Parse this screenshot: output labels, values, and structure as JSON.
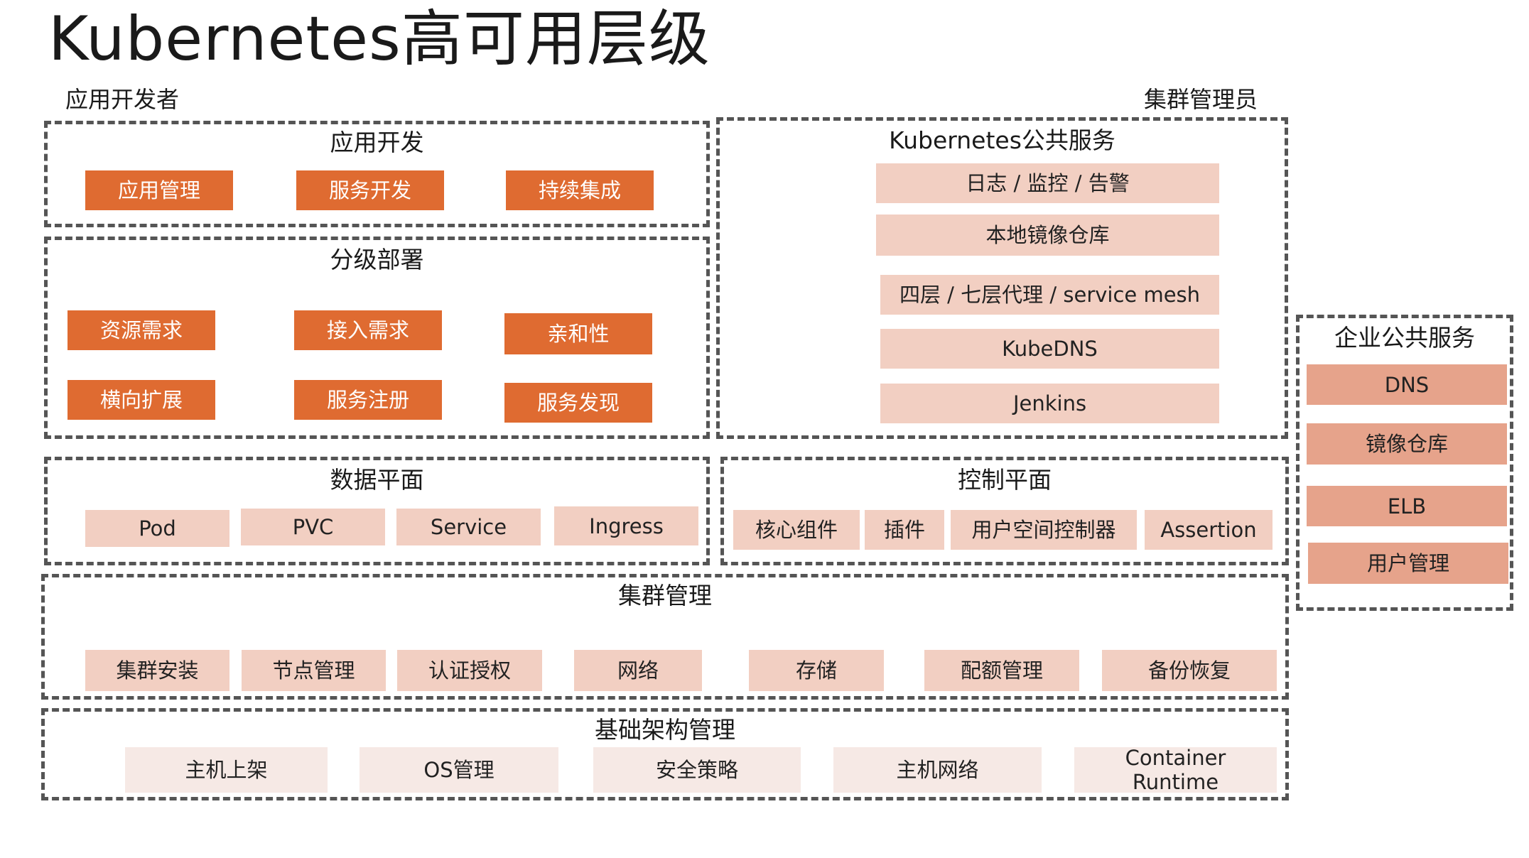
{
  "title": "Kubernetes高可用层级",
  "roles": {
    "developer": "应用开发者",
    "admin": "集群管理员"
  },
  "app_dev": {
    "title": "应用开发",
    "items": [
      "应用管理",
      "服务开发",
      "持续集成"
    ]
  },
  "deploy": {
    "title": "分级部署",
    "items": [
      "资源需求",
      "接入需求",
      "亲和性",
      "横向扩展",
      "服务注册",
      "服务发现"
    ]
  },
  "public_services": {
    "title": "Kubernetes公共服务",
    "items": [
      "日志 / 监控 / 告警",
      "本地镜像仓库",
      "四层 / 七层代理 / service mesh",
      "KubeDNS",
      "Jenkins"
    ]
  },
  "enterprise": {
    "title": "企业公共服务",
    "items": [
      "DNS",
      "镜像仓库",
      "ELB",
      "用户管理"
    ]
  },
  "data_plane": {
    "title": "数据平面",
    "items": [
      "Pod",
      "PVC",
      "Service",
      "Ingress"
    ]
  },
  "control_plane": {
    "title": "控制平面",
    "items": [
      "核心组件",
      "插件",
      "用户空间控制器",
      "Assertion"
    ]
  },
  "cluster_mgmt": {
    "title": "集群管理",
    "items": [
      "集群安装",
      "节点管理",
      "认证授权",
      "网络",
      "存储",
      "配额管理",
      "备份恢复"
    ]
  },
  "infra": {
    "title": "基础架构管理",
    "items": [
      "主机上架",
      "OS管理",
      "安全策略",
      "主机网络"
    ],
    "runtime": [
      "Container",
      "Runtime"
    ]
  },
  "colors": {
    "dark": "#df6b31",
    "mid": "#e6a38b",
    "light": "#f2cfc2",
    "pale": "#f6e9e5",
    "border": "#555555"
  }
}
